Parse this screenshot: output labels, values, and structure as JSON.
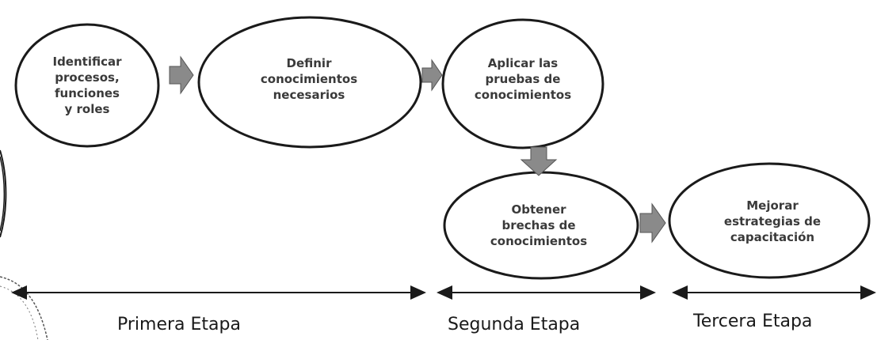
{
  "nodes": {
    "identificar": "Identificar\nprocesos,\nfunciones\ny roles",
    "definir": "Definir\nconocimientos\nnecesarios",
    "aplicar": "Aplicar las\npruebas de\nconocimientos",
    "obtener": "Obtener\nbrechas de\nconocimientos",
    "mejorar": "Mejorar\nestrategias de\ncapacitación"
  },
  "stages": {
    "primera": "Primera Etapa",
    "segunda": "Segunda Etapa",
    "tercera": "Tercera Etapa"
  },
  "colors": {
    "ellipse_stroke": "#1a1a1a",
    "ellipse_fill": "#ffffff",
    "arrow_fill": "#8a8a8a",
    "timeline": "#1a1a1a",
    "text": "#3a3a3a"
  }
}
